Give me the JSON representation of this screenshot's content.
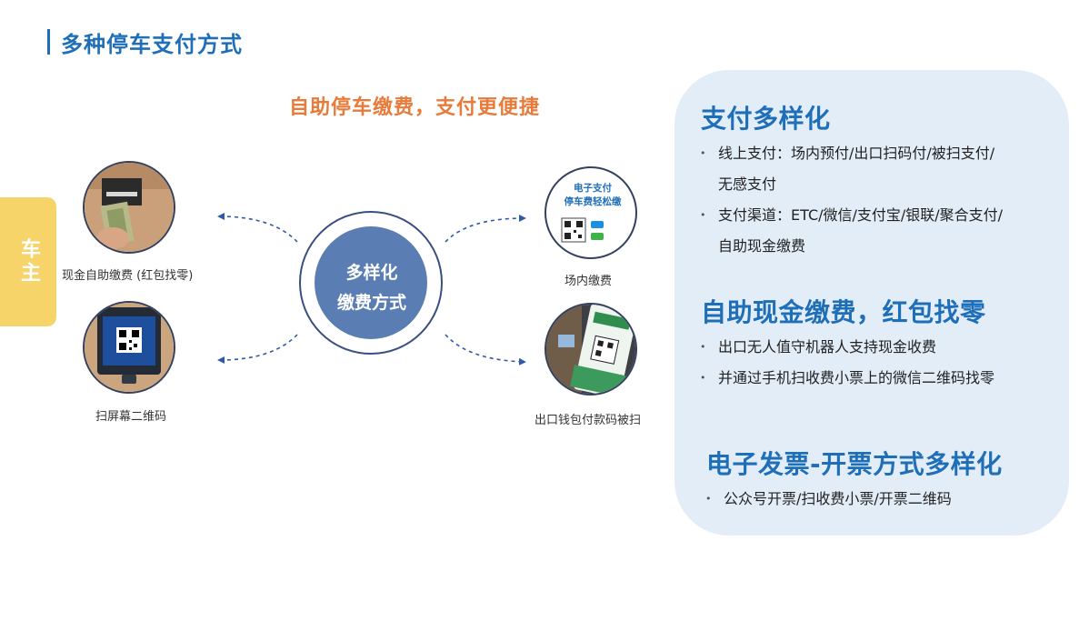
{
  "header": {
    "title": "多种停车支付方式",
    "subtitle": "自助停车缴费，支付更便捷"
  },
  "side_tab": {
    "label": "车主"
  },
  "diagram": {
    "center": {
      "line1": "多样化",
      "line2": "缴费方式"
    },
    "nodes": [
      {
        "label": "现金自助缴费 (红包找零)"
      },
      {
        "label": "扫屏幕二维码"
      },
      {
        "label": "场内缴费"
      },
      {
        "label": "出口钱包付款码被扫"
      }
    ],
    "sticker": {
      "line1": "电子支付",
      "line2": "停车费轻松缴"
    }
  },
  "panel": {
    "sections": [
      {
        "title": "支付多样化",
        "items": [
          {
            "line1": "线上支付：场内预付/出口扫码付/被扫支付/",
            "line2": "无感支付"
          },
          {
            "line1": "支付渠道：ETC/微信/支付宝/银联/聚合支付/",
            "line2": "自助现金缴费"
          }
        ]
      },
      {
        "title": "自助现金缴费，红包找零",
        "items": [
          {
            "line1": "出口无人值守机器人支持现金收费"
          },
          {
            "line1": "并通过手机扫收费小票上的微信二维码找零"
          }
        ]
      },
      {
        "title": "电子发票-开票方式多样化",
        "items": [
          {
            "line1": "公众号开票/扫收费小票/开票二维码"
          }
        ]
      }
    ]
  },
  "colors": {
    "title_blue": "#1f6fb8",
    "subtitle_orange": "#e87a3a",
    "center_circle": "#5a7db3",
    "panel_bg": "#e3edf8",
    "tab_yellow": "#f7d46a"
  }
}
